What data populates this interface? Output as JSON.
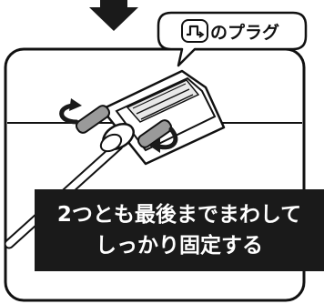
{
  "callout": {
    "icon": "port-plug-icon",
    "text": "のプラグ"
  },
  "caption": {
    "line1": "2つとも最後までまわして",
    "line2": "しっかり固定する"
  },
  "colors": {
    "background": "#ffffff",
    "frame": "#ffffff",
    "outline": "#111111",
    "caption_bg": "#1a1a1a",
    "caption_text": "#ffffff",
    "arrow": "#1a1a1a"
  },
  "icons": [
    "down-arrow-icon",
    "rotate-arrow-icon",
    "port-plug-icon"
  ]
}
